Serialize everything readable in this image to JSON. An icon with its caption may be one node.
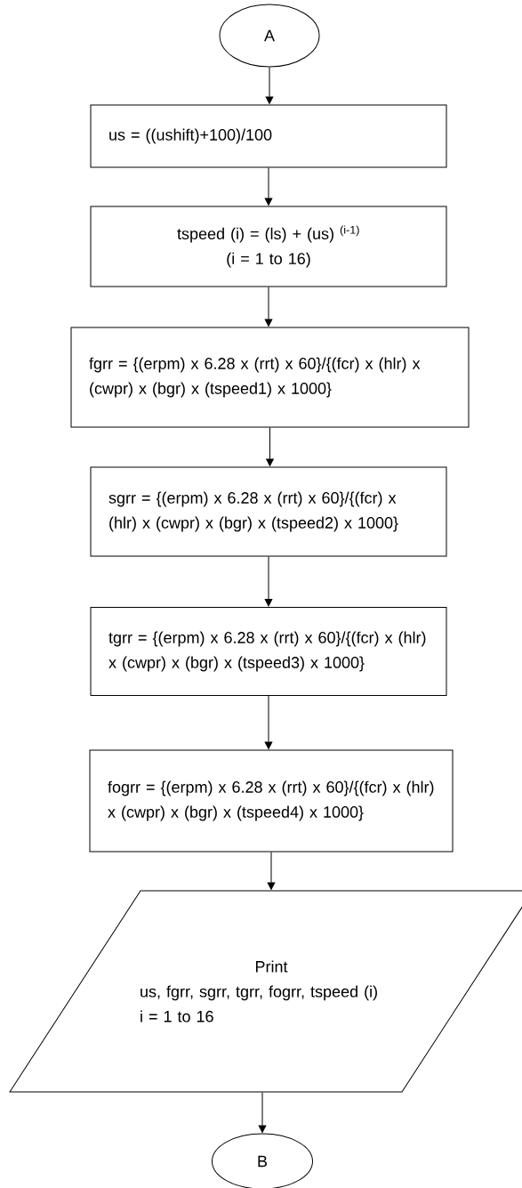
{
  "diagram": {
    "nodes": [
      {
        "text": [
          "A"
        ]
      },
      {
        "text": [
          "us = ((ushift)+100)/100"
        ]
      },
      {
        "text": [
          "tspeed (i) = (ls) + (us) $^{(i-1)}$",
          "(i = 1 to 16)"
        ]
      },
      {
        "text": [
          "fgrr = {(erpm) x 6.28 x (rrt) x 60}/{(fcr) x (hlr) x (cwpr) x (bgr) x (tspeed1) x 1000}"
        ]
      },
      {
        "text": [
          "sgrr = {(erpm) x 6.28 x (rrt) x 60}/{(fcr) x (hlr) x (cwpr) x (bgr) x (tspeed2) x 1000}"
        ]
      },
      {
        "text": [
          "tgrr = {(erpm) x 6.28 x (rrt) x 60}/{(fcr) x (hlr) x (cwpr) x (bgr) x (tspeed3) x 1000}"
        ]
      },
      {
        "text": [
          "fogrr = {(erpm) x 6.28 x (rrt) x 60}/{(fcr) x (hlr) x (cwpr) x (bgr) x (tspeed4) x 1000}"
        ]
      },
      {
        "text": [
          "Print",
          "us, fgrr, sgrr, tgrr, fogrr, tspeed (i)",
          "i = 1 to 16"
        ]
      },
      {
        "text": [
          "B"
        ]
      }
    ],
    "edges": [
      {
        "from": 0,
        "to": 1,
        "arrow": "to"
      },
      {
        "from": 1,
        "to": 2,
        "arrow": "to"
      },
      {
        "from": 2,
        "to": 3,
        "arrow": "to"
      },
      {
        "from": 3,
        "to": 4,
        "arrow": "to"
      },
      {
        "from": 4,
        "to": 5,
        "arrow": "to"
      },
      {
        "from": 5,
        "to": 6,
        "arrow": "to"
      },
      {
        "from": 6,
        "to": 7,
        "arrow": "to"
      },
      {
        "from": 7,
        "to": 8,
        "arrow": "to"
      }
    ]
  }
}
